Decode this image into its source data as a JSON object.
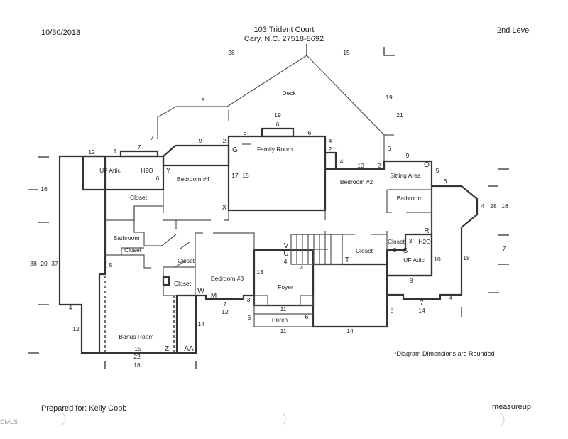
{
  "header": {
    "date": "10/30/2013",
    "address_line1": "103 Trident Court",
    "address_line2": "Cary, N.C. 27518-8692",
    "level": "2nd Level"
  },
  "footer": {
    "prepared_for": "Prepared for: Kelly Cobb",
    "brand": "measureup",
    "watermark": "DMLS",
    "note": "*Diagram Dimensions are Rounded"
  },
  "colors": {
    "finished_space": "#f9fa9e",
    "unfinished_space": "#f6be8b",
    "attic": "#c6d6b0"
  },
  "rooms": [
    "Deck",
    "Family Room",
    "UF Attic",
    "H2O",
    "Bedroom #4",
    "Bedroom #2",
    "Sitting Area",
    "Closet",
    "Bathroom",
    "Bathroom",
    "Closet",
    "Closet",
    "Closet",
    "Closet",
    "H2O",
    "UF Attic",
    "Foyer",
    "Closet",
    "Bedroom #3",
    "Porch",
    "Bonus Room"
  ],
  "letters": [
    "G",
    "Y",
    "X",
    "Q",
    "R",
    "V",
    "U",
    "S",
    "T",
    "W",
    "M",
    "Z",
    "AA"
  ],
  "dimensions": [
    "28",
    "15",
    "8",
    "19",
    "21",
    "19",
    "6",
    "7",
    "6",
    "6",
    "4",
    "2",
    "7",
    "12",
    "1",
    "9",
    "2",
    "6",
    "9",
    "4",
    "10",
    "2",
    "5",
    "6",
    "16",
    "4",
    "28",
    "16",
    "6",
    "17",
    "15",
    "7",
    "38",
    "20",
    "37",
    "5",
    "13",
    "4",
    "4",
    "3",
    "3",
    "10",
    "18",
    "8",
    "4",
    "7",
    "12",
    "3",
    "11",
    "6",
    "6",
    "7",
    "14",
    "4",
    "8",
    "12",
    "14",
    "11",
    "14",
    "15",
    "22",
    "18"
  ]
}
